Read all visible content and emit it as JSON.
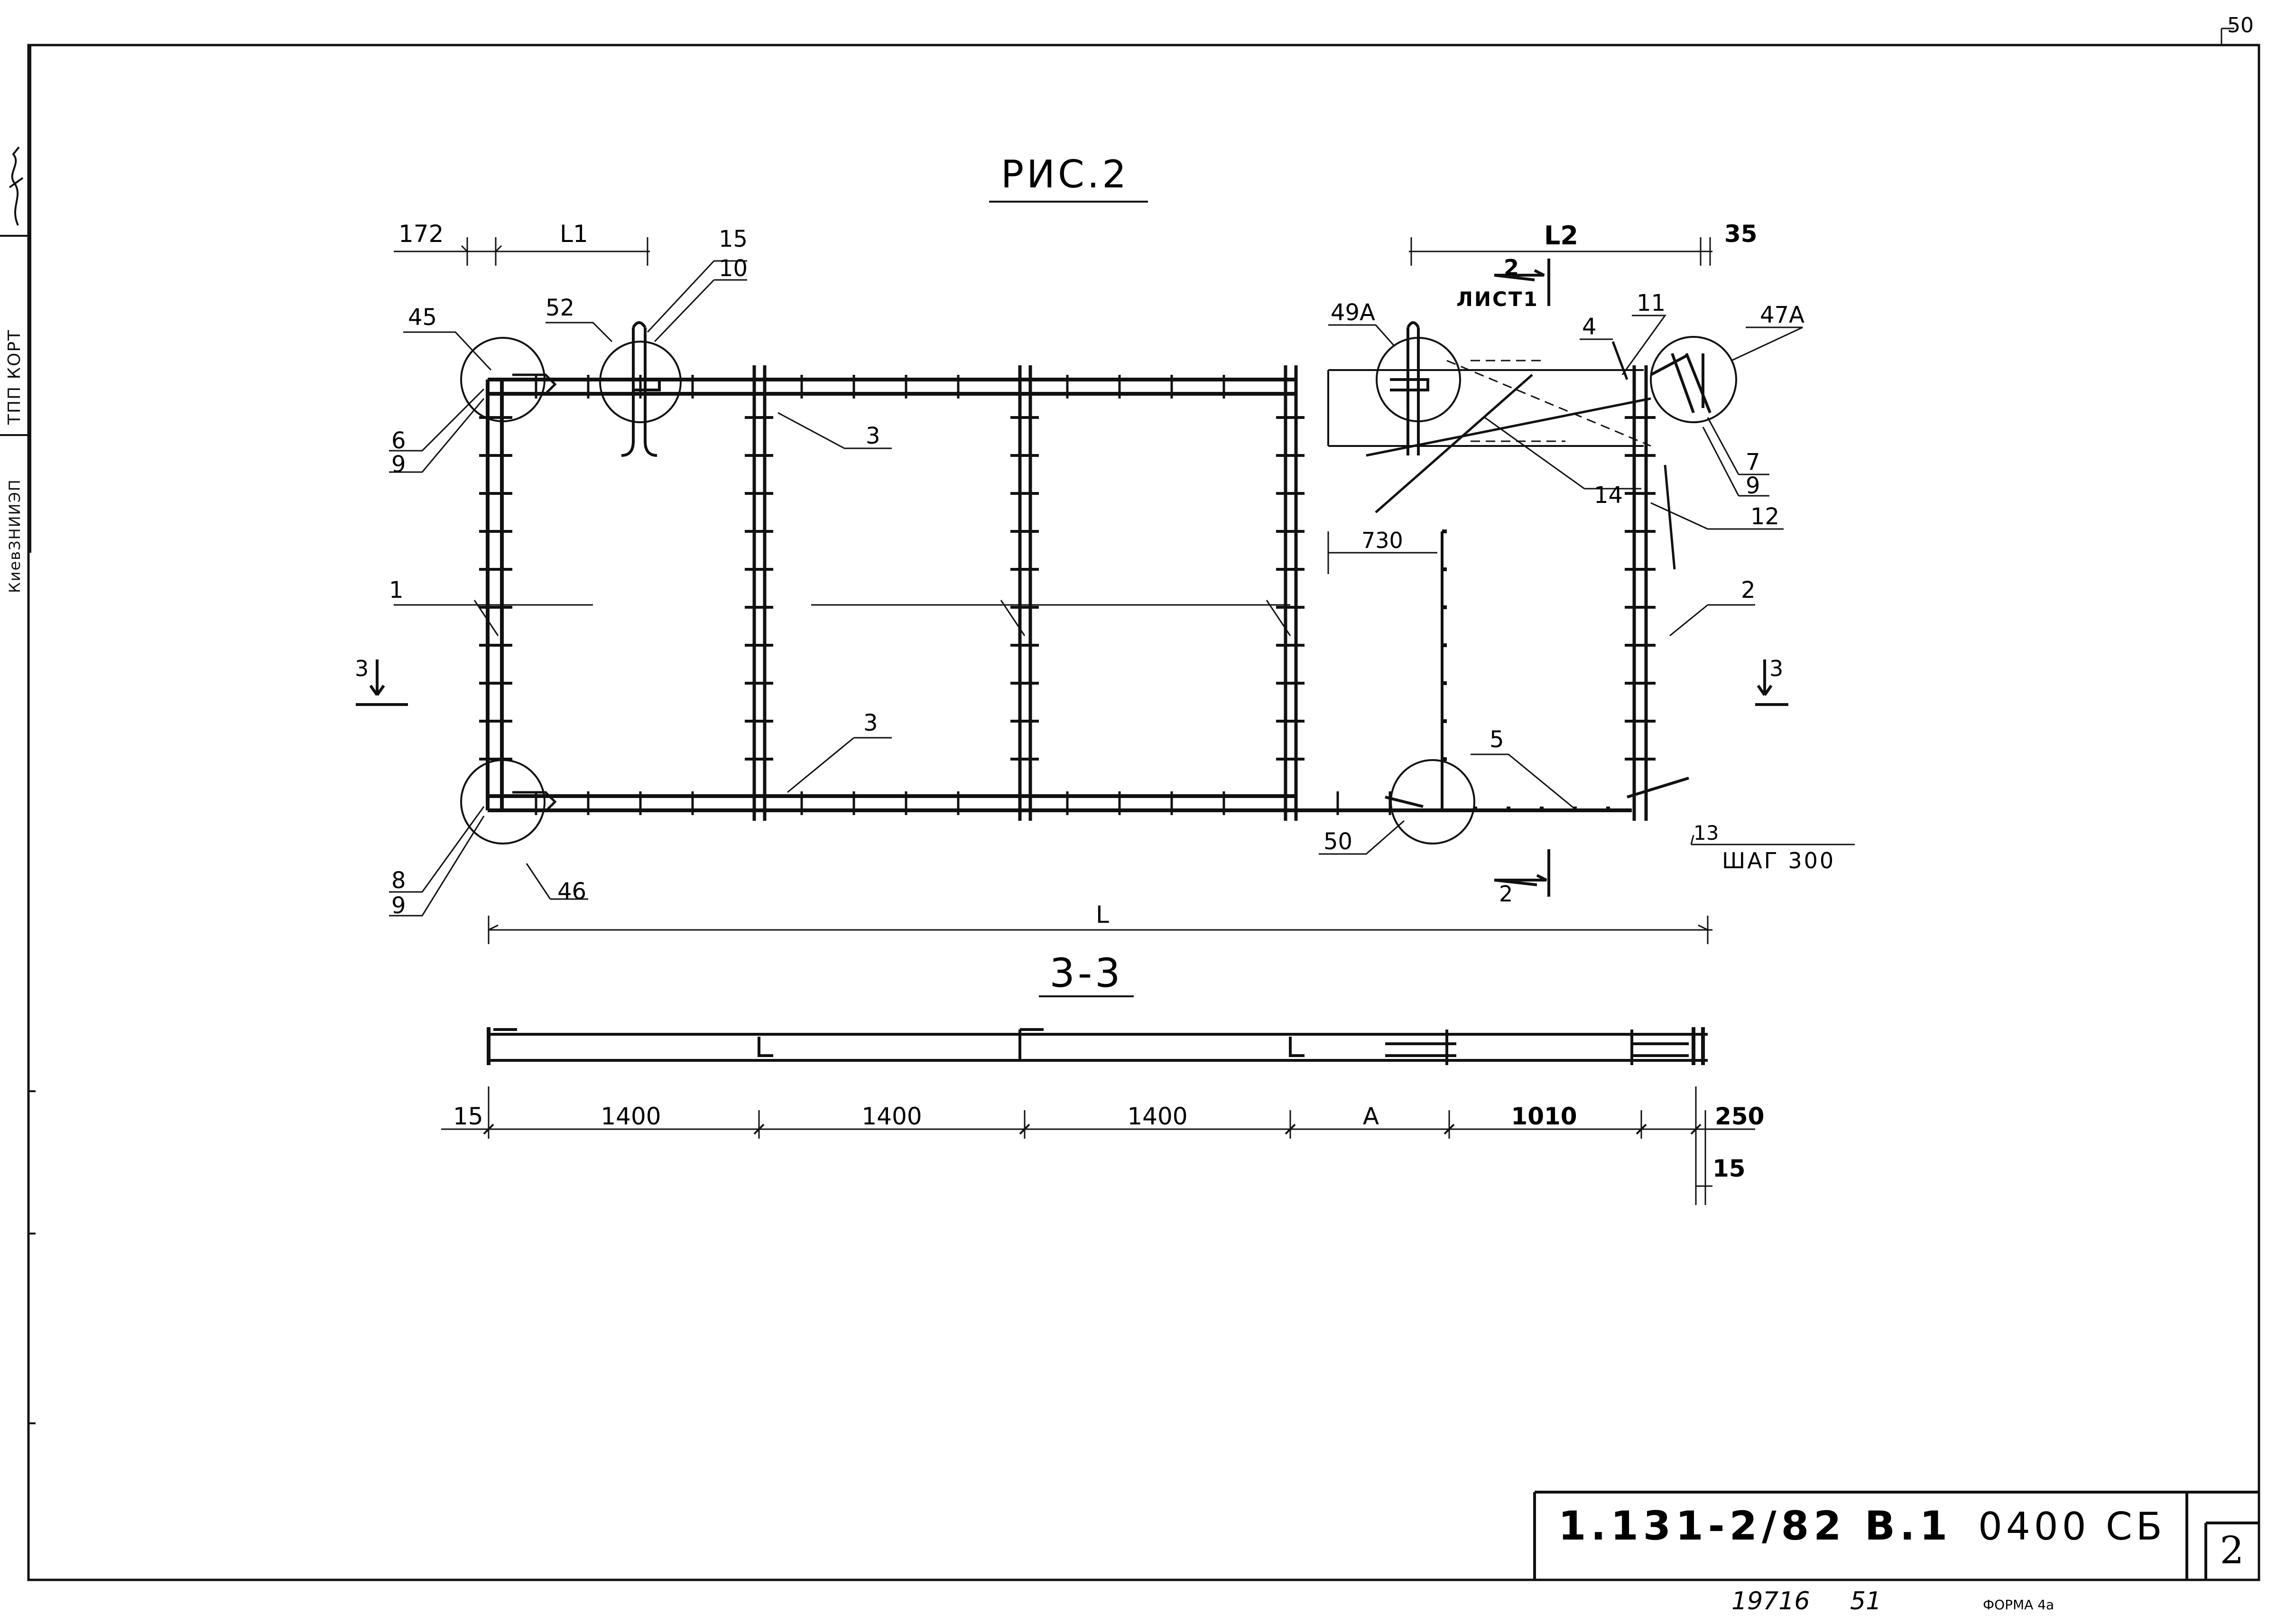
{
  "sheet": {
    "page_number": "50",
    "side_stamp": {
      "org": "КиевЗНИИЭП",
      "department": "ТПП КОРТ"
    },
    "figure_title": "РИС.2",
    "section_title": "3-3",
    "title_block": {
      "code": "1.131-2/82 В.1",
      "doc": "0400 СБ",
      "sheet_no": "2"
    },
    "bottom_notes": {
      "inventory": "19716",
      "num": "51",
      "form": "ФОРМА 4а"
    }
  },
  "plan": {
    "dims_top": {
      "d172": "172",
      "L1": "L1",
      "L2": "L2",
      "d35": "35"
    },
    "section_marker_top": {
      "num": "2",
      "ref": "ЛИСТ1"
    },
    "section_marker_bottom": {
      "num": "2"
    },
    "cut_markers": {
      "left": "3",
      "right": "3"
    },
    "dim_730": "730",
    "dim_L": "L",
    "callouts": {
      "c1": "1",
      "c2": "2",
      "c3a": "3",
      "c3b": "3",
      "c4": "4",
      "c5": "5",
      "c6": "6",
      "c7": "7",
      "c8": "8",
      "c9a": "9",
      "c9b": "9",
      "c9c": "9",
      "c10": "10",
      "c11": "11",
      "c12": "12",
      "c13": "13",
      "c13_step": "ШАГ 300",
      "c14": "14",
      "c15": "15",
      "n45": "45",
      "n46": "46",
      "n47A": "47А",
      "n49A": "49А",
      "n50": "50",
      "n52": "52"
    }
  },
  "section": {
    "dims": [
      "15",
      "1400",
      "1400",
      "1400",
      "А",
      "1010",
      "250"
    ],
    "dim_15_bottom": "15"
  }
}
